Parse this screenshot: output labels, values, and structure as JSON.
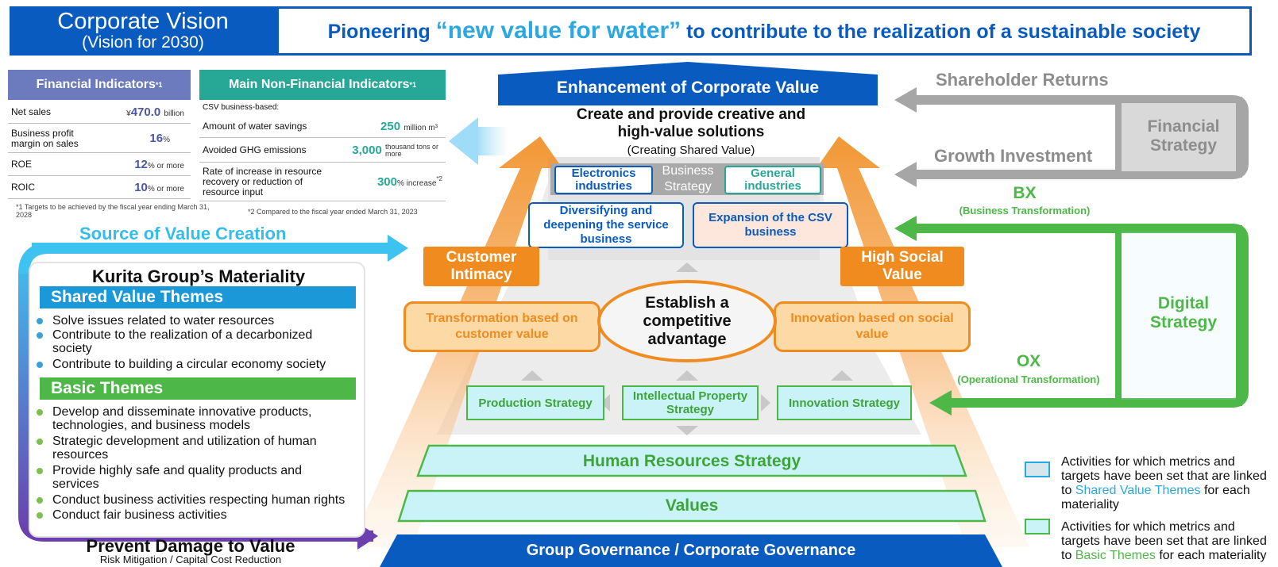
{
  "header": {
    "vision_title": "Corporate Vision",
    "vision_subtitle": "(Vision for 2030)",
    "slogan_pre": "Pioneering ",
    "slogan_highlight": "“new value for water”",
    "slogan_post": " to contribute to the realization of a sustainable society"
  },
  "financial": {
    "title": "Financial Indicators",
    "sup": "*1",
    "rows": [
      {
        "label": "Net sales",
        "prefix": "¥",
        "value": "470.0",
        "unit": "billion"
      },
      {
        "label": "Business profit margin on sales",
        "prefix": "",
        "value": "16",
        "unit": "%"
      },
      {
        "label": "ROE",
        "prefix": "",
        "value": "12",
        "unit": "% or more"
      },
      {
        "label": "ROIC",
        "prefix": "",
        "value": "10",
        "unit": "% or more"
      }
    ],
    "note": "*1 Targets to be achieved by the fiscal year ending March 31, 2028"
  },
  "non_financial": {
    "title": "Main Non-Financial Indicators",
    "sup": "*1",
    "basis": "CSV business-based:",
    "rows": [
      {
        "label": "Amount of water savings",
        "value": "250",
        "unit": "million m³"
      },
      {
        "label": "Avoided GHG emissions",
        "value": "3,000",
        "unit": "thousand tons or more"
      },
      {
        "label": "Rate of increase in resource recovery or reduction of resource input",
        "value": "300",
        "unit": "% increase",
        "sup": "*2"
      }
    ],
    "note": "*2 Compared to the fiscal year ended March 31, 2023"
  },
  "source_label": "Source of Value Creation",
  "materiality": {
    "title": "Kurita Group’s Materiality",
    "shared_title": "Shared Value Themes",
    "shared_items": [
      "Solve issues related to water resources",
      "Contribute to the realization of a decarbonized society",
      "Contribute to building a circular economy society"
    ],
    "basic_title": "Basic Themes",
    "basic_items": [
      "Develop and disseminate innovative products, technologies, and business models",
      "Strategic development and utilization of human resources",
      "Provide highly safe and quality products and services",
      "Conduct business activities respecting human rights",
      "Conduct fair business activities"
    ]
  },
  "prevent": {
    "title": "Prevent Damage to Value",
    "subtitle": "Risk Mitigation / Capital Cost Reduction"
  },
  "pyramid": {
    "enhancement": "Enhancement of Corporate Value",
    "create_line1": "Create and provide creative and",
    "create_line2": "high-value solutions",
    "create_sub": "(Creating Shared Value)",
    "electronics": "Electronics industries",
    "business_strategy": "Business Strategy",
    "general": "General industries",
    "diversifying": "Diversifying and deepening the service business",
    "expansion": "Expansion of the CSV business",
    "customer_intimacy": "Customer Intimacy",
    "high_social_value": "High Social Value",
    "transformation": "Transformation based on customer value",
    "establish": "Establish a competitive advantage",
    "innovation_social": "Innovation based on social value",
    "production": "Production Strategy",
    "ip": "Intellectual Property Strategy",
    "innovation_strategy": "Innovation Strategy",
    "hr": "Human Resources Strategy",
    "values": "Values",
    "governance": "Group Governance / Corporate Governance"
  },
  "right": {
    "shareholder_returns": "Shareholder Returns",
    "growth_investment": "Growth Investment",
    "financial_strategy": "Financial Strategy",
    "bx": "BX",
    "bx_sub": "(Business Transformation)",
    "ox": "OX",
    "ox_sub": "(Operational Transformation)",
    "digital_strategy": "Digital Strategy"
  },
  "legend": {
    "blue_pre": "Activities for which metrics and targets have been set that are linked to ",
    "blue_link": "Shared Value Themes",
    "blue_post": " for each materiality",
    "green_pre": "Activities for which metrics and targets have been set that are linked to ",
    "green_link": "Basic Themes",
    "green_post": " for each materiality"
  },
  "colors": {
    "brand_blue": "#0a5bbf",
    "light_blue": "#2ba8e0",
    "orange": "#f08c1f",
    "green": "#4db848",
    "teal": "#27a896",
    "grey": "#8d8d8d",
    "purple": "#6b3fae"
  }
}
